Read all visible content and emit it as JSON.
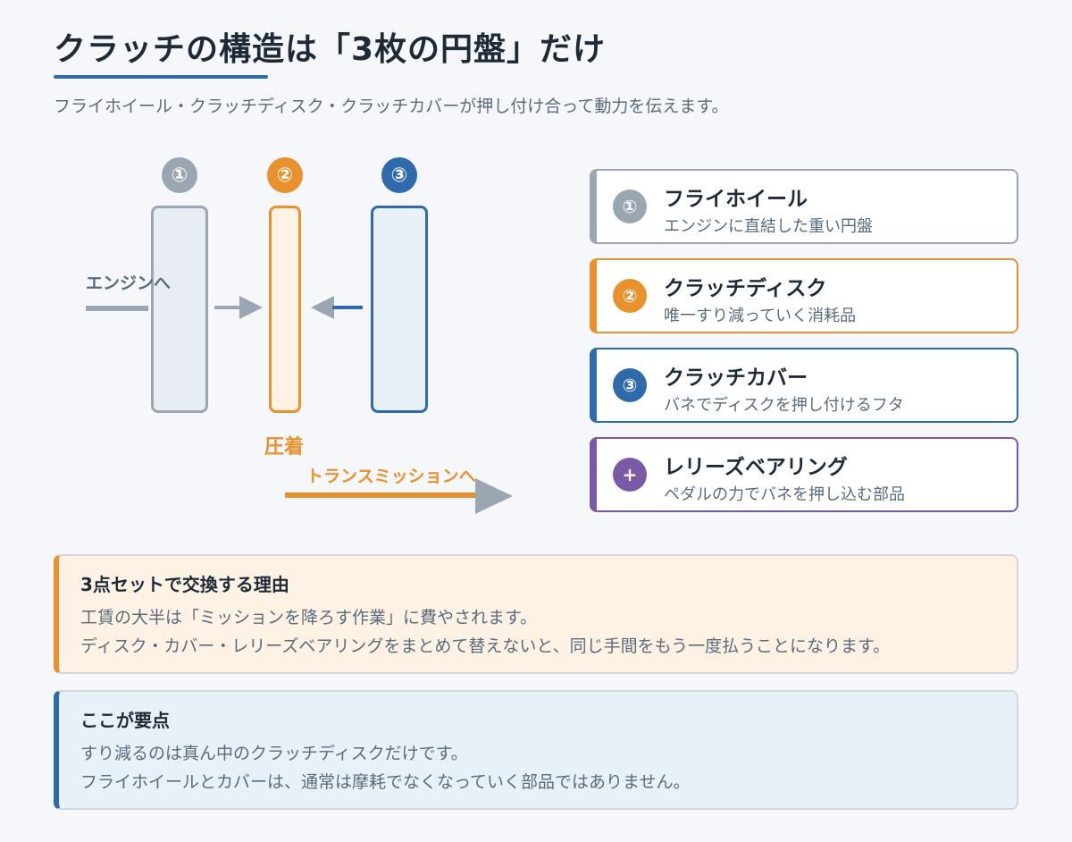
{
  "header": {
    "title": "クラッチの構造は「3枚の円盤」だけ",
    "subtitle": "フライホイール・クラッチディスク・クラッチカバーが押し付け合って動力を伝えます。"
  },
  "diagram": {
    "badges": [
      "①",
      "②",
      "③"
    ],
    "engine_label": "エンジンへ",
    "press_label": "圧着",
    "transmission_label": "トランスミッションへ"
  },
  "legend": [
    {
      "badge": "①",
      "title": "フライホイール",
      "desc": "エンジンに直結した重い円盤",
      "color": "#9aa7b3"
    },
    {
      "badge": "②",
      "title": "クラッチディスク",
      "desc": "唯一すり減っていく消耗品",
      "color": "#e8912d"
    },
    {
      "badge": "③",
      "title": "クラッチカバー",
      "desc": "バネでディスクを押し付けるフタ",
      "color": "#2f6aab"
    },
    {
      "badge": "+",
      "title": "レリーズベアリング",
      "desc": "ペダルの力でバネを押し込む部品",
      "color": "#7a5aa6"
    }
  ],
  "notes": [
    {
      "title": "3点セットで交換する理由",
      "lines": [
        "工賃の大半は「ミッションを降ろす作業」に費やされます。",
        "ディスク・カバー・レリーズベアリングをまとめて替えないと、同じ手間をもう一度払うことになります。"
      ]
    },
    {
      "title": "ここが要点",
      "lines": [
        "すり減るのは真ん中のクラッチディスクだけです。",
        "フライホイールとカバーは、通常は摩耗でなくなっていく部品ではありません。"
      ]
    }
  ],
  "colors": {
    "gray": "#9aa7b3",
    "orange": "#e8912d",
    "blue": "#2f6aab",
    "purple": "#7a5aa6"
  }
}
